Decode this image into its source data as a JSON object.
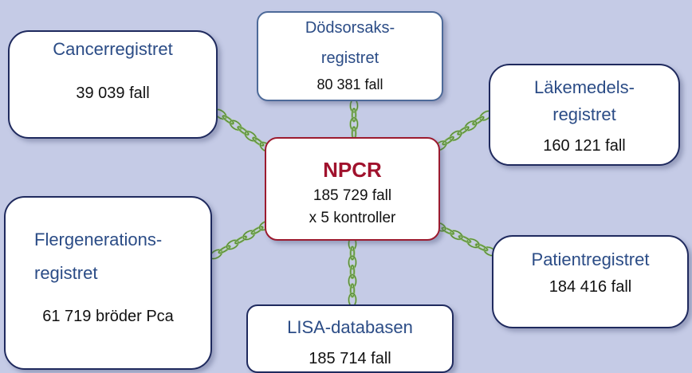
{
  "colors": {
    "background": "#c5cbe6",
    "box_border": "#1f2a5e",
    "npcr_border": "#9c1b2f",
    "npcr_title": "#a0122d",
    "title_text": "#2b4c86",
    "chain": "#8fbf6a"
  },
  "center": {
    "title": "NPCR",
    "count": "185 729 fall",
    "controls": "x 5 kontroller"
  },
  "registers": {
    "cancer": {
      "title": "Cancerregistret",
      "count": "39 039 fall"
    },
    "dodsorsak": {
      "title_line1": "Dödsorsaks-",
      "title_line2": "registret",
      "count": "80 381 fall"
    },
    "lakemedel": {
      "title_line1": "Läkemedels-",
      "title_line2": "registret",
      "count": "160 121 fall"
    },
    "flergeneration": {
      "title_line1": "Flergenerations-",
      "title_line2": "registret",
      "count": "61 719 bröder Pca"
    },
    "patient": {
      "title": "Patientregistret",
      "count": "184 416 fall"
    },
    "lisa": {
      "title": "LISA-databasen",
      "count": "185 714 fall"
    }
  }
}
